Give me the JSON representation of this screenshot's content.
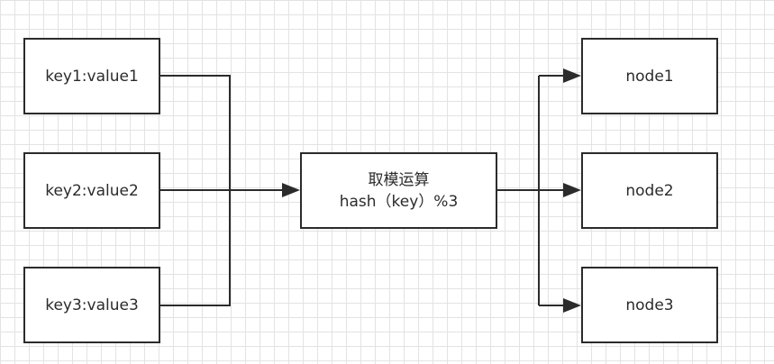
{
  "diagram": {
    "inputs": [
      {
        "label": "key1:value1"
      },
      {
        "label": "key2:value2"
      },
      {
        "label": "key3:value3"
      }
    ],
    "processor": {
      "title": "取模运算",
      "formula": "hash（key）%3"
    },
    "outputs": [
      {
        "label": "node1"
      },
      {
        "label": "node2"
      },
      {
        "label": "node3"
      }
    ],
    "colors": {
      "stroke": "#2b2b2b",
      "grid": "#e3e3e3",
      "background": "#ffffff"
    }
  }
}
